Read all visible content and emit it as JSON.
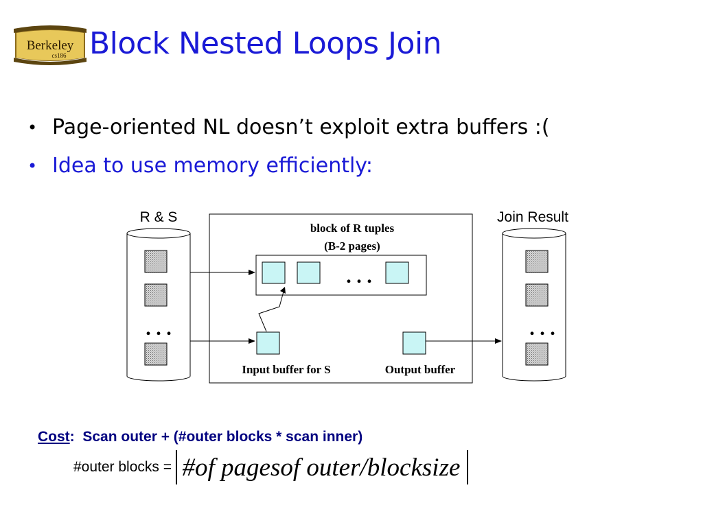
{
  "logo": {
    "text": "Berkeley",
    "subtext": "cs186"
  },
  "title": "Block Nested Loops Join",
  "bullets": [
    {
      "text": "Page-oriented NL doesn’t exploit extra buffers :("
    },
    {
      "text": "Idea to use memory efficiently:"
    }
  ],
  "diagram": {
    "left_label": "R & S",
    "right_label": "Join Result",
    "block_label_1": "block of R tuples",
    "block_label_2": "(B-2 pages)",
    "input_label": "Input buffer for S",
    "output_label": "Output buffer",
    "ellipsis": ". . ."
  },
  "cost": {
    "key": "Cost",
    "colon": ":",
    "text": "Scan outer + (#outer blocks * scan inner)"
  },
  "formula": {
    "label": "#outer blocks =",
    "expression": "#of pagesof outer/blocksize"
  },
  "colors": {
    "title": "#1a1ad6",
    "cost": "#000080",
    "buffer_fill": "#c9f5f5",
    "logo_fill": "#e8c85a"
  }
}
